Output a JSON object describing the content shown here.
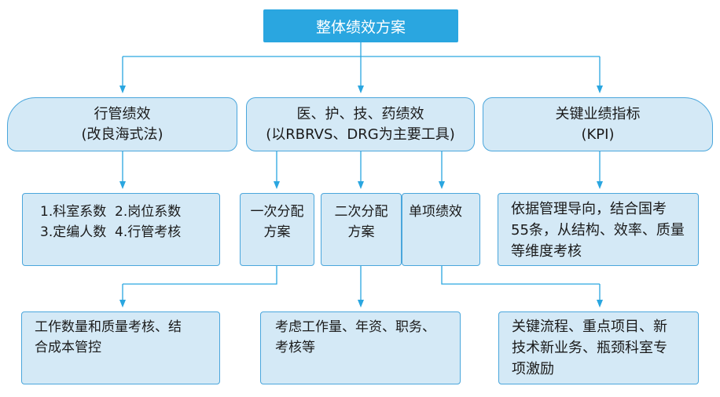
{
  "title": "整体绩效方案",
  "categories": [
    {
      "line1": "行管绩效",
      "line2": "(改良海式法)"
    },
    {
      "line1": "医、护、技、药绩效",
      "line2": "(以RBRVS、DRG为主要工具)"
    },
    {
      "line1": "关键业绩指标",
      "line2": "(KPI)"
    }
  ],
  "level3": [
    {
      "lines": [
        "1.科室系数  2.岗位系数",
        "3.定编人数  4.行管考核"
      ]
    },
    {
      "lines": [
        "一次分配",
        "方案"
      ]
    },
    {
      "lines": [
        "二次分配",
        "方案"
      ]
    },
    {
      "lines": [
        "单项绩效"
      ]
    },
    {
      "lines": [
        "依据管理导向，结合国考",
        "55条，从结构、效率、质量",
        "等维度考核"
      ]
    }
  ],
  "level4": [
    {
      "lines": [
        "工作数量和质量考核、结",
        "合成本管控"
      ]
    },
    {
      "lines": [
        "考虑工作量、年资、职务、",
        "考核等"
      ]
    },
    {
      "lines": [
        "关键流程、重点项目、新",
        "技术新业务、瓶颈科室专",
        "项激励"
      ]
    }
  ],
  "colors": {
    "title_fill": "#2aa6e0",
    "box_fill": "#d4e9f6",
    "border": "#4aa6dc",
    "connector": "#2aa6e0"
  }
}
